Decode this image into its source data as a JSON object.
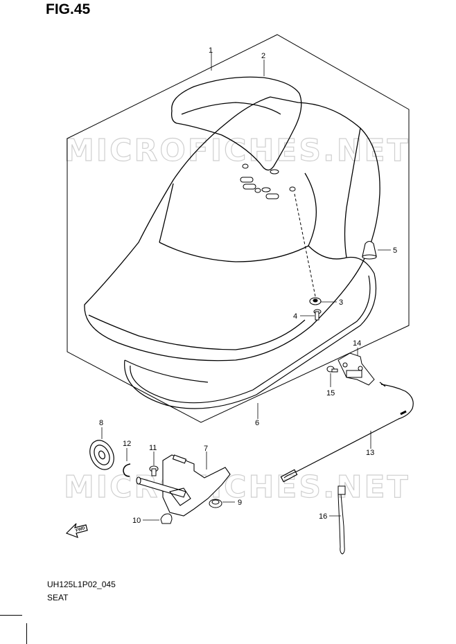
{
  "figure": {
    "title": "FIG.45",
    "drawing_code": "UH125L1P02_045",
    "caption": "SEAT"
  },
  "watermark": {
    "text": "MICROFICHES.NET"
  },
  "fwd_arrow": {
    "label": "FWD"
  },
  "callouts": [
    "1",
    "2",
    "3",
    "4",
    "5",
    "6",
    "7",
    "8",
    "9",
    "10",
    "11",
    "12",
    "13",
    "14",
    "15",
    "16"
  ],
  "colors": {
    "line": "#000000",
    "watermark": "#cfcfcf",
    "background": "#ffffff"
  }
}
